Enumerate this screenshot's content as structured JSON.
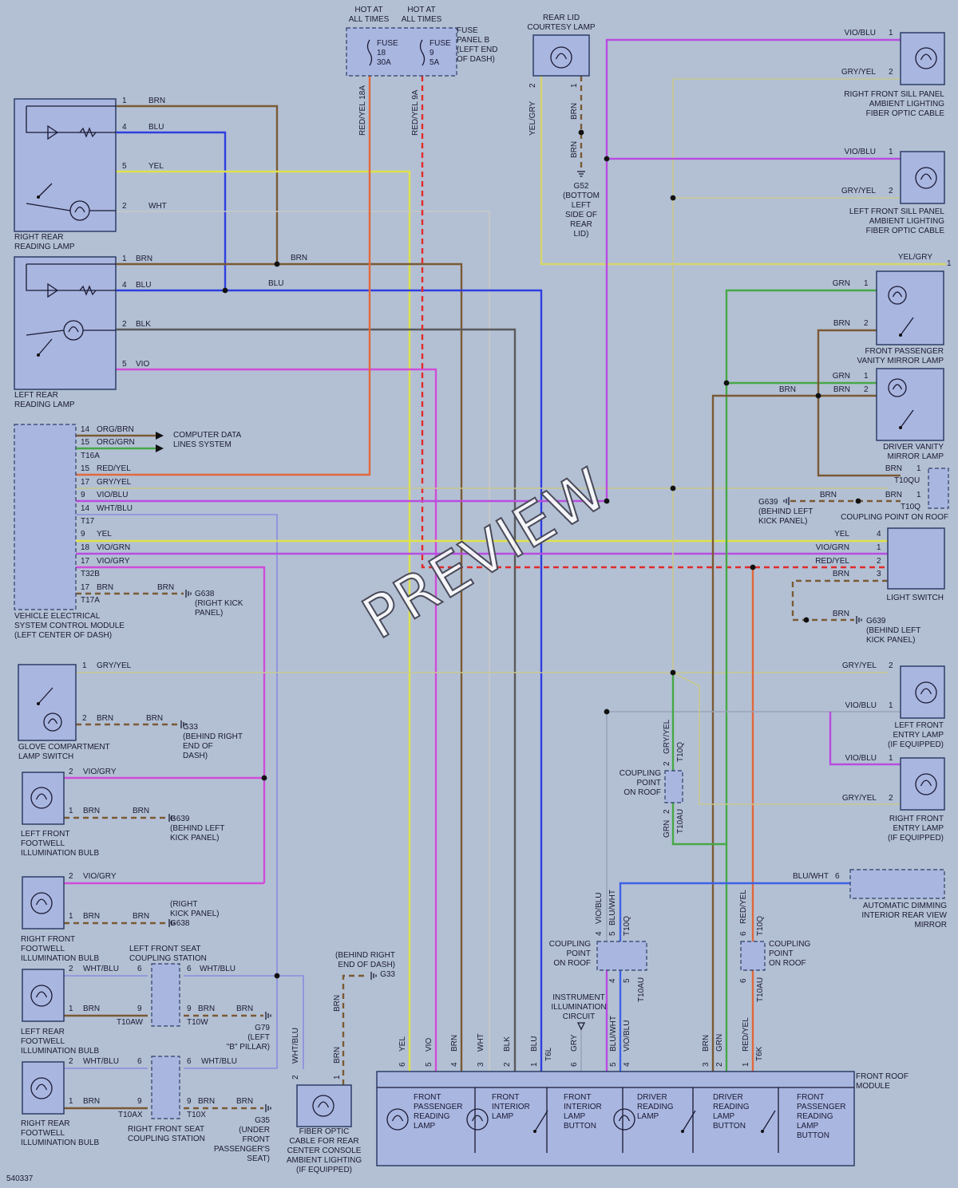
{
  "watermark": "PREVIEW",
  "figure_id": "540337",
  "components": {
    "right_rear_reading_lamp": "RIGHT REAR|READING LAMP",
    "left_rear_reading_lamp": "LEFT REAR|READING LAMP",
    "vesc_module": "VEHICLE ELECTRICAL|SYSTEM CONTROL MODULE|(LEFT CENTER OF DASH)",
    "glove_switch": "GLOVE COMPARTMENT|LAMP SWITCH",
    "lf_footwell": "LEFT FRONT|FOOTWELL|ILLUMINATION BULB",
    "rf_footwell": "RIGHT FRONT|FOOTWELL|ILLUMINATION BULB",
    "lr_footwell": "LEFT REAR|FOOTWELL|ILLUMINATION BULB",
    "rr_footwell": "RIGHT REAR|FOOTWELL|ILLUMINATION BULB",
    "lf_seat_station": "LEFT FRONT SEAT|COUPLING STATION",
    "rf_seat_station": "RIGHT FRONT SEAT|COUPLING STATION",
    "fiber_console": "FIBER OPTIC|CABLE FOR REAR|CENTER CONSOLE|AMBIENT LIGHTING|(IF EQUIPPED)",
    "front_roof_module": "FRONT ROOF|MODULE",
    "frm_cells": [
      "FRONT|PASSENGER|READING|LAMP",
      "FRONT|INTERIOR|LAMP",
      "FRONT|INTERIOR|LAMP|BUTTON",
      "DRIVER|READING|LAMP",
      "DRIVER|READING|LAMP|BUTTON",
      "FRONT|PASSENGER|READING|LAMP|BUTTON"
    ],
    "rear_lid_lamp": "REAR LID|COURTESY LAMP",
    "fuse_panel": "FUSE|PANEL B|(LEFT END|OF DASH)",
    "hot1": "HOT AT|ALL TIMES",
    "hot2": "HOT AT|ALL TIMES",
    "fuse1": "FUSE|18|30A",
    "fuse2": "FUSE|9|5A",
    "rf_sill": "RIGHT FRONT SILL PANEL|AMBIENT LIGHTING|FIBER OPTIC CABLE",
    "lf_sill": "LEFT FRONT SILL PANEL|AMBIENT LIGHTING|FIBER OPTIC CABLE",
    "fp_vanity": "FRONT PASSENGER|VANITY MIRROR LAMP",
    "drv_vanity": "DRIVER VANITY|MIRROR LAMP",
    "roof_coupling": "COUPLING POINT ON ROOF",
    "light_switch": "LIGHT SWITCH",
    "lf_entry": "LEFT FRONT|ENTRY LAMP|(IF EQUIPPED)",
    "rf_entry": "RIGHT FRONT|ENTRY LAMP|(IF EQUIPPED)",
    "mirror": "AUTOMATIC DIMMING|INTERIOR REAR VIEW|MIRROR",
    "coupling_roof_a": "COUPLING|POINT|ON ROOF",
    "coupling_roof_b": "COUPLING|POINT|ON ROOF",
    "coupling_roof_c": "COUPLING|POINT|ON ROOF",
    "instrument_circuit": "INSTRUMENT|ILLUMINATION|CIRCUIT",
    "computer_lines": "COMPUTER DATA|LINES SYSTEM"
  },
  "grounds": {
    "g52": "G52|(BOTTOM|LEFT|SIDE OF|REAR|LID)",
    "g638a": "G638|(RIGHT KICK|PANEL)",
    "g33a": "G33|(BEHIND RIGHT|END OF|DASH)",
    "g639a": "G639|(BEHIND LEFT|KICK PANEL)",
    "g638b": "(RIGHT|KICK PANEL)|G638",
    "g79": "G79|(LEFT|\"B\" PILLAR)",
    "g35": "G35|(UNDER|FRONT|PASSENGER'S|SEAT)",
    "g33b": "(BEHIND RIGHT|END OF DASH)|G33",
    "g639b": "G639|(BEHIND LEFT|KICK PANEL)",
    "g639c": "G639|(BEHIND LEFT|KICK PANEL)"
  },
  "wire_labels": {
    "rrl": [
      {
        "pin": "1",
        "color": "BRN"
      },
      {
        "pin": "4",
        "color": "BLU"
      },
      {
        "pin": "5",
        "color": "YEL"
      },
      {
        "pin": "2",
        "color": "WHT"
      }
    ],
    "lrl": [
      {
        "pin": "1",
        "color": "BRN"
      },
      {
        "pin": "4",
        "color": "BLU"
      },
      {
        "pin": "2",
        "color": "BLK"
      },
      {
        "pin": "5",
        "color": "VIO"
      }
    ],
    "splice_brn": "BRN",
    "splice_blu": "BLU",
    "vesc": [
      {
        "pin": "14",
        "color": "ORG/BRN"
      },
      {
        "pin": "15",
        "color": "ORG/GRN"
      },
      {
        "conn": "T16A"
      },
      {
        "pin": "15",
        "color": "RED/YEL"
      },
      {
        "pin": "17",
        "color": "GRY/YEL"
      },
      {
        "pin": "9",
        "color": "VIO/BLU"
      },
      {
        "pin": "14",
        "color": "WHT/BLU"
      },
      {
        "conn": "T17"
      },
      {
        "pin": "9",
        "color": "YEL"
      },
      {
        "pin": "18",
        "color": "VIO/GRN"
      },
      {
        "pin": "17",
        "color": "VIO/GRY"
      },
      {
        "conn": "T32B"
      },
      {
        "pin": "17",
        "color": "BRN"
      },
      {
        "conn": "T17A"
      }
    ],
    "vesc_gnd_brn": "BRN",
    "glove": [
      {
        "pin": "1",
        "color": "GRY/YEL"
      },
      {
        "pin": "2",
        "color": "BRN"
      }
    ],
    "glove_gnd_brn": "BRN",
    "lff": [
      {
        "pin": "2",
        "color": "VIO/GRY"
      },
      {
        "pin": "1",
        "color": "BRN"
      }
    ],
    "lff_gnd_brn": "BRN",
    "rff": [
      {
        "pin": "2",
        "color": "VIO/GRY"
      },
      {
        "pin": "1",
        "color": "BRN"
      }
    ],
    "rff_gnd_brn": "BRN",
    "lrf": [
      {
        "pin": "2",
        "color": "WHT/BLU"
      },
      {
        "pin": "1",
        "color": "BRN"
      }
    ],
    "rrf": [
      {
        "pin": "2",
        "color": "WHT/BLU"
      },
      {
        "pin": "1",
        "color": "BRN"
      }
    ],
    "station_a": {
      "pin_l1": "6",
      "pin_l2": "9",
      "pin_r1": "6",
      "pin_r2": "9",
      "w_r1": "WHT/BLU",
      "w_r2": "BRN",
      "gnd": "BRN",
      "conn_l": "T10AW",
      "conn_r": "T10W"
    },
    "station_b": {
      "pin_l1": "6",
      "pin_l2": "9",
      "pin_r1": "6",
      "pin_r2": "9",
      "w_r1": "WHT/BLU",
      "w_r2": "BRN",
      "gnd": "BRN",
      "conn_l": "T10AX",
      "conn_r": "T10X"
    },
    "fiber": [
      {
        "pin": "2",
        "color": "WHT/BLU"
      },
      {
        "pin": "1",
        "color": "BRN"
      },
      {
        "color": "BRN"
      }
    ],
    "fuse_wires": [
      "RED/YEL 18A",
      "RED/YEL 9A"
    ],
    "rear_lid": [
      {
        "pin": "2",
        "color": "YEL/GRY"
      },
      {
        "pin": "1",
        "color": "BRN"
      },
      {
        "color": "BRN"
      }
    ],
    "frm_pins": [
      {
        "pin": "6",
        "color": "YEL"
      },
      {
        "pin": "5",
        "color": "VIO"
      },
      {
        "pin": "4",
        "color": "BRN"
      },
      {
        "pin": "3",
        "color": "WHT"
      },
      {
        "pin": "2",
        "color": "BLK"
      },
      {
        "pin": "1",
        "color": "BLU"
      },
      {
        "conn": "T6L"
      },
      {
        "pin": "6",
        "color": "GRY"
      },
      {
        "pin": "5",
        "color": "BLU/WHT"
      },
      {
        "pin": "4",
        "color": "VIO/BLU"
      },
      {
        "pin": "3",
        "color": "BRN"
      },
      {
        "pin": "2",
        "color": "GRN"
      },
      {
        "pin": "1",
        "color": "RED/YEL"
      },
      {
        "conn": "T6K"
      }
    ],
    "right": {
      "rfs": [
        {
          "pin": "1",
          "color": "VIO/BLU"
        },
        {
          "pin": "2",
          "color": "GRY/YEL"
        }
      ],
      "lfs": [
        {
          "pin": "1",
          "color": "VIO/BLU"
        },
        {
          "pin": "2",
          "color": "GRY/YEL"
        }
      ],
      "yelgry": {
        "pin": "1",
        "color": "YEL/GRY"
      },
      "fpv": [
        {
          "pin": "1",
          "color": "GRN"
        },
        {
          "pin": "2",
          "color": "BRN"
        }
      ],
      "dv": [
        {
          "pin": "1",
          "color": "GRN"
        },
        {
          "pin": "2",
          "color": "BRN"
        }
      ],
      "dv_brn2": "BRN",
      "roof": [
        {
          "pin": "1",
          "color": "BRN"
        },
        {
          "conn": "T10QU"
        },
        {
          "pin": "1",
          "color": "BRN"
        },
        {
          "conn": "T10Q"
        }
      ],
      "roof_gnd": "BRN",
      "ls": [
        {
          "pin": "4",
          "color": "YEL"
        },
        {
          "pin": "1",
          "color": "VIO/GRN"
        },
        {
          "pin": "2",
          "color": "RED/YEL"
        },
        {
          "pin": "3",
          "color": "BRN"
        }
      ],
      "ls_gnd": "BRN",
      "lfe": [
        {
          "pin": "2",
          "color": "GRY/YEL"
        },
        {
          "pin": "1",
          "color": "VIO/BLU"
        }
      ],
      "rfe": [
        {
          "pin": "1",
          "color": "VIO/BLU"
        },
        {
          "pin": "2",
          "color": "GRY/YEL"
        }
      ],
      "mirror": {
        "pin": "6",
        "color": "BLU/WHT"
      },
      "cpa": [
        {
          "pin": "2",
          "color": "GRY/YEL"
        },
        {
          "conn": "T10Q"
        },
        {
          "pin": "2",
          "color": "GRN"
        },
        {
          "conn": "T10AU"
        }
      ],
      "cpb": [
        {
          "pin": "4",
          "color": "VIO/BLU"
        },
        {
          "pin": "5",
          "color": "BLU/WHT"
        },
        {
          "conn": "T10Q"
        },
        {
          "pin": "4"
        },
        {
          "pin": "5"
        },
        {
          "conn": "T10AU"
        }
      ],
      "cpc": [
        {
          "pin": "6",
          "color": "RED/YEL"
        },
        {
          "conn": "T10Q"
        },
        {
          "pin": "6"
        },
        {
          "conn": "T10AU"
        }
      ]
    }
  }
}
